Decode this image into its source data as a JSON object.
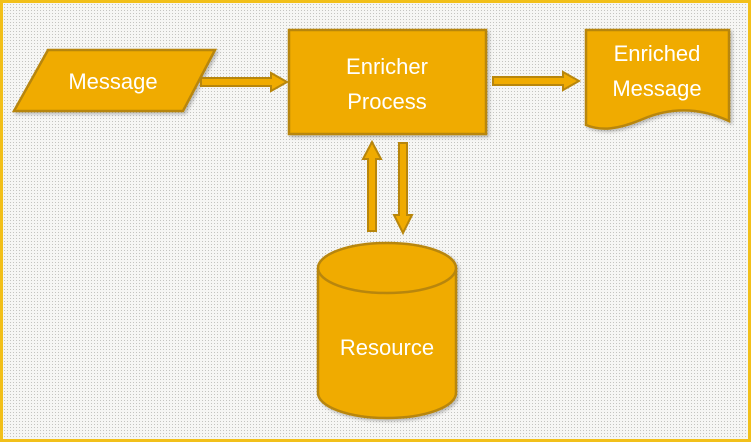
{
  "diagram": {
    "nodes": {
      "message": {
        "label": "Message",
        "shape": "parallelogram"
      },
      "enricher_process": {
        "label_lines": [
          "Enricher",
          "Process"
        ],
        "shape": "rectangle"
      },
      "enriched_message": {
        "label_lines": [
          "Enriched",
          "Message"
        ],
        "shape": "document"
      },
      "resource": {
        "label": "Resource",
        "shape": "cylinder"
      }
    },
    "edges": [
      {
        "from": "message",
        "to": "enricher_process"
      },
      {
        "from": "enricher_process",
        "to": "enriched_message"
      },
      {
        "from": "resource",
        "to": "enricher_process"
      },
      {
        "from": "enricher_process",
        "to": "resource"
      }
    ],
    "colors": {
      "fill": "#f0ab00",
      "stroke": "#b8860b",
      "text": "#ffffff",
      "frame": "#f2c01a"
    }
  }
}
